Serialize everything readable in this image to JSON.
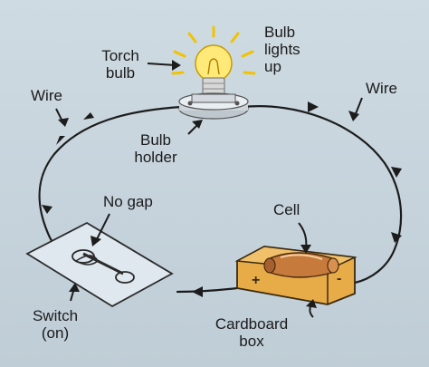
{
  "labels": {
    "torch_bulb": [
      "Torch",
      "bulb"
    ],
    "bulb_lights_up": [
      "Bulb",
      "lights",
      "up"
    ],
    "wire_left": "Wire",
    "wire_right": "Wire",
    "bulb_holder": [
      "Bulb",
      "holder"
    ],
    "no_gap": "No gap",
    "cell": "Cell",
    "switch_on": [
      "Switch",
      "(on)"
    ],
    "cardboard_box": [
      "Cardboard",
      "box"
    ]
  },
  "cell_terminals": {
    "positive": "+",
    "negative": "-"
  },
  "colors": {
    "background": "#c9d6de",
    "wire": "#1c1c1c",
    "bulb_glow": "#f5c400",
    "bulb_glass": "#ffe979",
    "box": "#e0a23a",
    "cell_body": "#c67a3c",
    "switch_plate": "#dfe7ef"
  }
}
